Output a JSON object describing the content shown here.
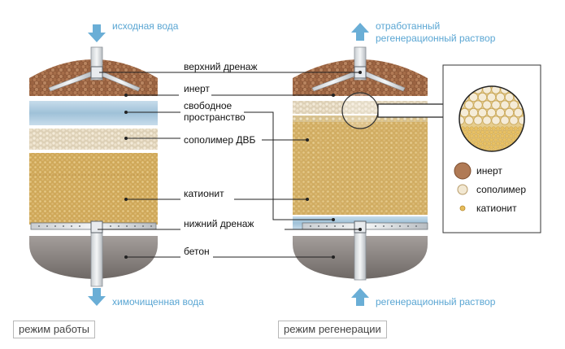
{
  "flows": {
    "inlet_water": "исходная вода",
    "spent_solution_line1": "отработанный",
    "spent_solution_line2": "регенерационный раствор",
    "treated_water": "химочищенная вода",
    "regen_solution": "регенерационный раствор"
  },
  "labels": {
    "upper_drain": "верхний дренаж",
    "inert": "инерт",
    "free_space_line1": "свободное",
    "free_space_line2": "пространство",
    "copolymer_dvb": "сополимер ДВБ",
    "cationite": "катионит",
    "lower_drain": "нижний дренаж",
    "concrete": "бетон"
  },
  "legend": {
    "items": [
      {
        "label": "инерт"
      },
      {
        "label": "сополимер"
      },
      {
        "label": "катионит"
      }
    ]
  },
  "modes": {
    "operation": "режим работы",
    "regeneration": "режим регенерации"
  },
  "colors": {
    "flow_arrow": "#6aaed6",
    "flow_text": "#5aa6d3",
    "inert": "#a06844",
    "free_space": "#a9c9dd",
    "copolymer": "#e9ddc3",
    "cationite": "#d8b468",
    "concrete": "#8d8784"
  }
}
